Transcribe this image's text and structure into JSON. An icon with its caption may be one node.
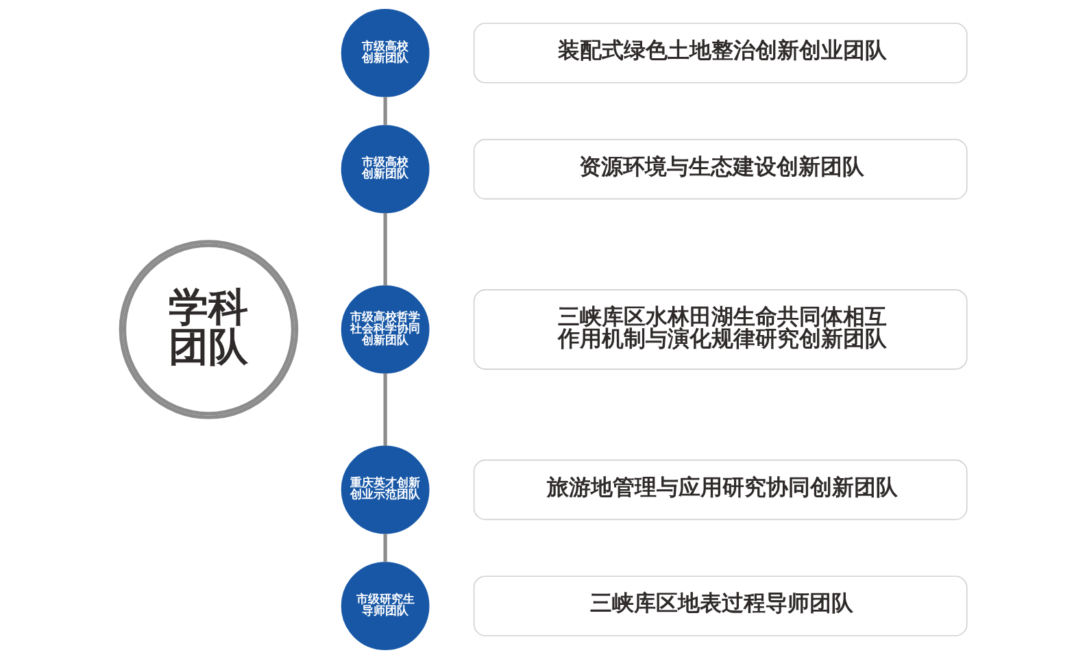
{
  "diagram": {
    "nodes": [
      {
        "text": [
          "学科团队"
        ]
      },
      {
        "text": [
          "市级高校创新团队"
        ]
      },
      {
        "text": [
          "市级高校创新团队"
        ]
      },
      {
        "text": [
          "市级高校哲学社会科学协同创新团队"
        ]
      },
      {
        "text": [
          "重庆英才创新创业示范团队"
        ]
      },
      {
        "text": [
          "市级研究生导师团队"
        ]
      },
      {
        "text": [
          "装配式绿色土地整治创新创业团队"
        ]
      },
      {
        "text": [
          "资源环境与生态建设创新团队"
        ]
      },
      {
        "text": [
          "三峡库区水林田湖生命共同体相互作用机制与演化规律研究创新团队"
        ]
      },
      {
        "text": [
          "旅游地管理与应用研究协同创新团队"
        ]
      },
      {
        "text": [
          "三峡库区地表过程导师团队"
        ]
      }
    ],
    "edges": [
      {
        "from": 1,
        "to": 2,
        "arrow": "none"
      },
      {
        "from": 2,
        "to": 3,
        "arrow": "none"
      },
      {
        "from": 3,
        "to": 4,
        "arrow": "none"
      },
      {
        "from": 4,
        "to": 5,
        "arrow": "none"
      }
    ]
  }
}
